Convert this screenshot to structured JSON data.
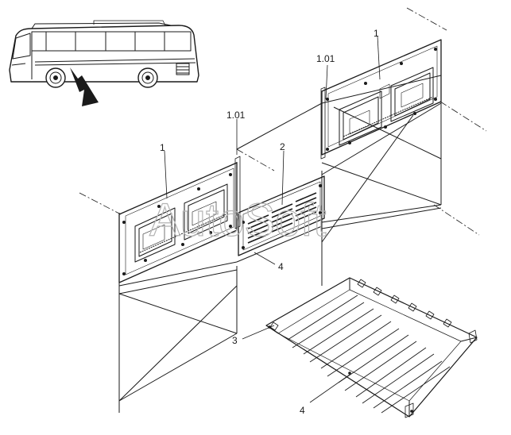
{
  "callouts": {
    "left_panel": "1",
    "left_seal": "1.01",
    "right_panel": "1",
    "right_seal": "1.01",
    "grille": "2",
    "grille_frame": "4",
    "tray": "3",
    "tray_frame": "4"
  },
  "watermark": "AutoSoft",
  "colors": {
    "line": "#1a1a1a",
    "watermark": "#b4b4b4",
    "background": "#ffffff"
  }
}
